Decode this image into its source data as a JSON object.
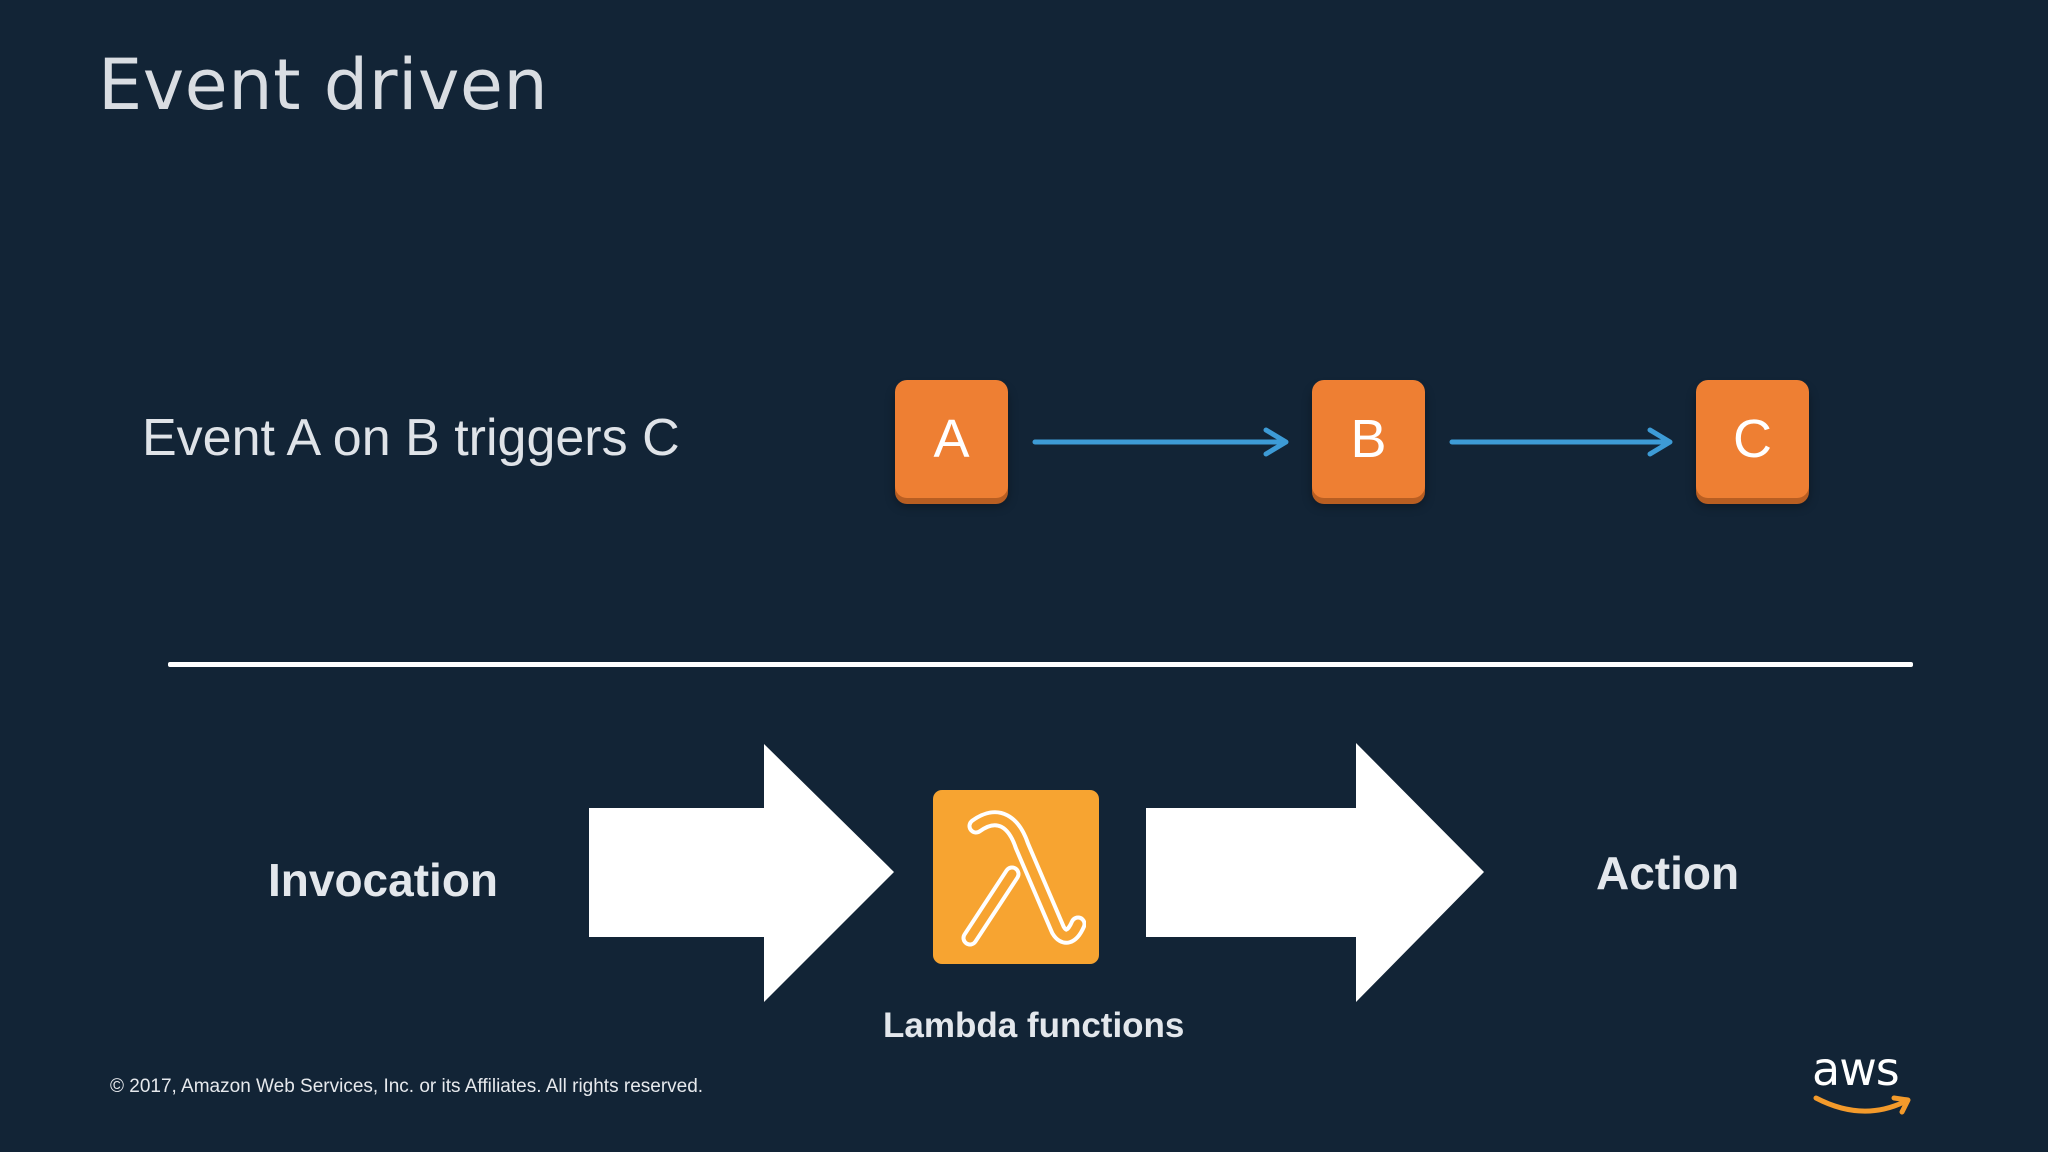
{
  "slide": {
    "title": "Event driven",
    "statement": "Event A on B triggers C",
    "nodes": [
      "A",
      "B",
      "C"
    ],
    "invocation_label": "Invocation",
    "action_label": "Action",
    "lambda_caption": "Lambda functions",
    "copyright": "© 2017, Amazon Web Services, Inc. or its Affiliates. All rights reserved.",
    "logo_text": "aws"
  },
  "colors": {
    "background": "#122436",
    "node_orange": "#ee7f33",
    "lambda_orange": "#f7a431",
    "connector_blue": "#3d9bd6",
    "arrow_white": "#ffffff"
  },
  "icons": {
    "lambda": "lambda-icon",
    "logo_smile": "aws-smile-icon"
  }
}
